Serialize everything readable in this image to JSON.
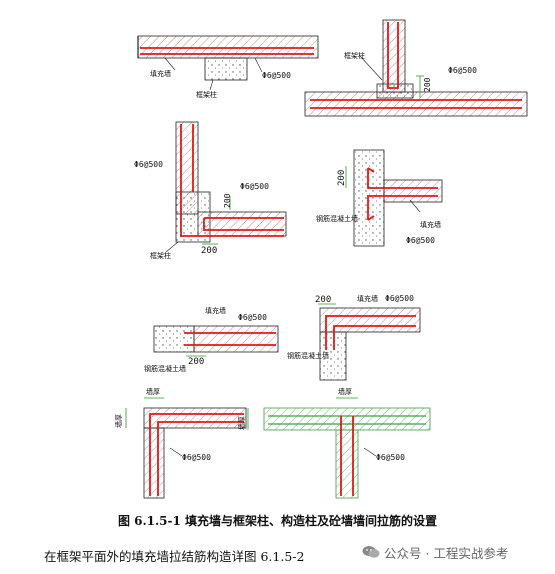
{
  "labels": {
    "infill_wall": "填充墙",
    "frame_column": "框架柱",
    "rc_wall": "钢筋混凝土墙",
    "wall_thickness": "墙厚",
    "rebar_spec": "Φ6@500",
    "dim_200": "200"
  },
  "caption": "图 6.1.5-1 填充墙与框架柱、构造柱及砼墙墙间拉筋的设置",
  "footer": "在框架平面外的填充墙拉结筋构造详图 6.1.5-2",
  "watermark": {
    "icon": "wechat-icon",
    "text": "公众号 · 工程实战参考"
  },
  "colors": {
    "rebar": "#e01818",
    "hatch": "#c05050",
    "hatch_green": "#3aa040",
    "line": "#222222",
    "dim": "#2a9a2a"
  }
}
